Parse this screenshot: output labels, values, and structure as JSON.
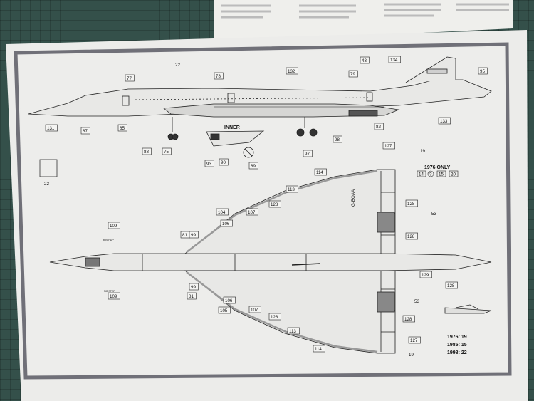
{
  "page_number": "22",
  "inner_caption": "INNER",
  "registration": "G-BOAA",
  "year_header": "1976 ONLY",
  "year_header_codes": [
    "14",
    "15",
    "20"
  ],
  "year_notes": [
    "1976: 19",
    "1985: 15",
    "1998: 22"
  ],
  "small_marks": [
    "BUS PDP",
    "NO STEP"
  ],
  "side_view_labels": {
    "l22": "22",
    "l77": "77",
    "l78": "78",
    "l132": "132",
    "l79": "79",
    "l43": "43",
    "l134": "134",
    "l95": "95",
    "l131": "131",
    "l87": "87",
    "l85": "85",
    "l88": "88",
    "l75": "75",
    "l93": "93",
    "l90": "90",
    "l89": "89",
    "l97": "97",
    "l98": "98",
    "l82": "82",
    "l133": "133"
  },
  "plan_view_labels": {
    "l127t": "127",
    "l19t": "19",
    "l114t": "114",
    "l113t": "113",
    "l128a": "128",
    "l128b": "128",
    "l53a": "53",
    "l104": "104",
    "l107t": "107",
    "l106t": "106",
    "l128c": "128",
    "l109t": "109",
    "l81t": "81",
    "l99t": "99",
    "l129": "129",
    "l128d": "128",
    "l99b": "99",
    "l81b": "81",
    "l109b": "109",
    "l106b": "106",
    "l105": "105",
    "l107b": "107",
    "l53b": "53",
    "l128e": "128",
    "l128f": "128",
    "l113b": "113",
    "l127b": "127",
    "l114b": "114",
    "l19b": "19"
  }
}
